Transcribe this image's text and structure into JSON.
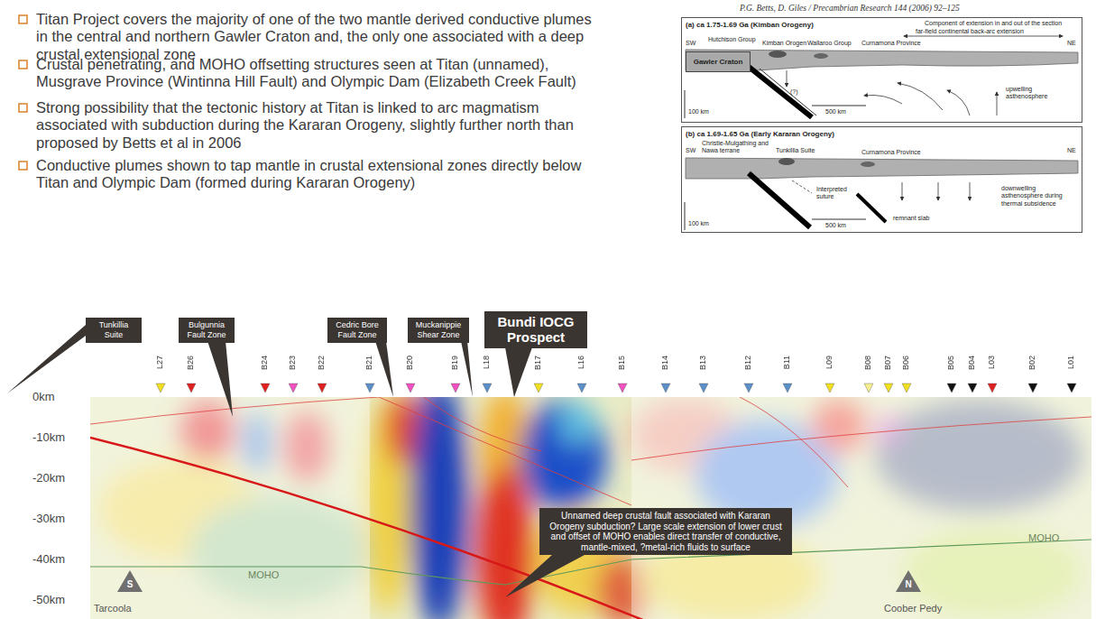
{
  "diagram": {
    "nodes": [
      {
        "text": [
          "(a) ca 1.75-1.69 Ga (Kimban Orogeny)"
        ]
      },
      {
        "text": [
          "Gawler Craton"
        ],
        "in": 0
      },
      {
        "text": [
          "(b) ca 1.69-1.65 Ga (Early Kararan Orogeny)"
        ]
      },
      {
        "text": [
          "Tunkillia Suite"
        ]
      },
      {
        "text": [
          "Bulgunnia Fault Zone"
        ]
      },
      {
        "text": [
          "Cedric Bore Fault Zone"
        ]
      },
      {
        "text": [
          "Muckanippie Shear Zone"
        ]
      },
      {
        "text": [
          "Bundi IOCG Prospect"
        ]
      },
      {
        "text": [
          "Unnamed deep crustal fault associated with Kararan Orogeny subduction? Large scale extension of lower crust and offset of MOHO enables direct transfer of conductive, mantle-mixed, ?metal-rich fluids to surface"
        ]
      },
      {
        "text": [
          "S"
        ]
      },
      {
        "text": [
          "N"
        ]
      }
    ],
    "labels": [
      "Titan Project covers the majority of one of the two mantle derived conductive plumes in the central and northern Gawler Craton and, the only one associated with a deep crustal extensional zone",
      "Crustal penetrating, and MOHO offsetting structures seen at Titan (unnamed), Musgrave Province (Wintinna Hill Fault) and Olympic Dam (Elizabeth Creek Fault)",
      "Strong possibility that the tectonic history at Titan is linked to arc magmatism associated with subduction during the Kararan Orogeny, slightly further north than proposed by Betts et al in 2006",
      "Conductive plumes shown to tap mantle in crustal extensional zones directly below Titan and Olympic Dam (formed during Kararan Orogeny)",
      "P.G. Betts, D. Giles / Precambrian Research 144 (2006) 92–125",
      "Component of extension in and out of the section",
      "SW",
      "NE",
      "Hutchison Group",
      "Kimban Orogen",
      "Wallaroo Group",
      "Curnamona Province",
      "far-field continental back-arc extension",
      "upwelling asthenosphere",
      "500 km",
      "100 km",
      "(?)",
      "SW",
      "NE",
      "Christie-Mulgathing and Nawa terrane",
      "Tunkillia Suite",
      "Curnamona Province",
      "Interpreted suture",
      "downwelling asthenosphere during thermal subsidence",
      "remnant slab",
      "500 km",
      "100 km",
      "L27",
      "B26",
      "B24",
      "B23",
      "B22",
      "B21",
      "B20",
      "B19",
      "L18",
      "B17",
      "L16",
      "B15",
      "B14",
      "B13",
      "B12",
      "B11",
      "L09",
      "B08",
      "B07",
      "B06",
      "B05",
      "B04",
      "L03",
      "B02",
      "L01",
      "0km",
      "-10km",
      "-20km",
      "-30km",
      "-40km",
      "-50km",
      "MOHO",
      "MOHO",
      "Tarcoola",
      "Coober Pedy"
    ]
  }
}
